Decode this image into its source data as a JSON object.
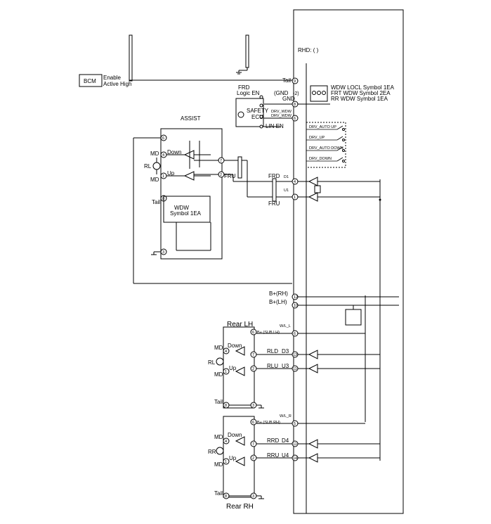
{
  "bcm": {
    "label": "BCM",
    "enable": "Enable",
    "active": "Active High"
  },
  "rhd": "RHD: (      )",
  "legend": [
    "WDW LOCL Symbol 1EA",
    "FRT WDW Symbol 2EA",
    "RR WDW Symbol 1EA"
  ],
  "pins": {
    "tail": "Tail",
    "gnd": "GND",
    "gnd_paren": "(GND",
    "drv_wdw": "DRV_WDW",
    "lin_en": "LIN EN",
    "frd": "FRD",
    "fru": "FRU",
    "b_rh": "B+(RH)",
    "b_lh": "B+(LH)",
    "rld": "RLD",
    "rlu": "RLU",
    "rrd": "RRD",
    "rru": "RRU",
    "d1": "D1",
    "u1": "U1",
    "d3": "D3",
    "u3": "U3",
    "d4": "D4",
    "u4": "U4",
    "wl_l": "W/L_L",
    "wl_r": "W/L_R",
    "b_sub_lh": "B+ (SUB LH)",
    "b_sub_rh": "B+ (SUB RH)"
  },
  "switches": [
    "DRV_AUTO UP",
    "DRV_UP",
    "DRV_AUTO DOWN",
    "DRV_DOWN"
  ],
  "front": {
    "frd_logic": "FRD",
    "logic_en": "Logic EN",
    "safety": "SAFETY",
    "ecu": "ECU",
    "assist": "ASSIST",
    "down": "Down",
    "up": "Up",
    "md": "MD",
    "rl": "RL",
    "tail": "Tail",
    "wdw": "WDW",
    "symbol": "Symbol 1EA"
  },
  "rear_lh": {
    "title": "Rear LH",
    "down": "Down",
    "up": "Up",
    "md": "MD",
    "motor": "RL",
    "tail": "Tail"
  },
  "rear_rh": {
    "title": "Rear RH",
    "down": "Down",
    "up": "Up",
    "md": "MD",
    "motor": "RR",
    "tail": "Tail"
  },
  "numbers": {
    "n1": "1",
    "n2": "2",
    "n3": "3",
    "n4": "4",
    "n5": "5",
    "n6": "6",
    "n7": "7",
    "n8": "8",
    "n9": "9",
    "n10": "10",
    "n11": "11",
    "n12": "12",
    "n13": "13",
    "n14": "14"
  }
}
